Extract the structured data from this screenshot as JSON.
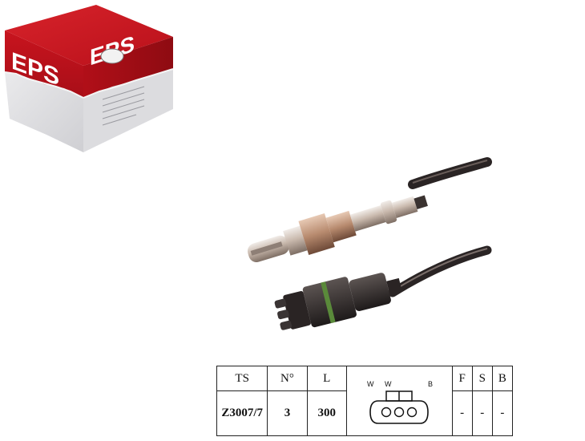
{
  "box": {
    "brand": "EPS"
  },
  "table": {
    "headers": {
      "ts": "TS",
      "n": "N°",
      "l": "L",
      "f": "F",
      "s": "S",
      "b": "B"
    },
    "values": {
      "ts": "Z3007/7",
      "n": "3",
      "l": "300",
      "f": "-",
      "s": "-",
      "b": "-"
    },
    "pins": {
      "w1": "W",
      "w2": "W",
      "b": "B"
    }
  },
  "colors": {
    "box_red": "#c8141e",
    "box_grey": "#e6e6e8",
    "cable": "#2a2424"
  }
}
